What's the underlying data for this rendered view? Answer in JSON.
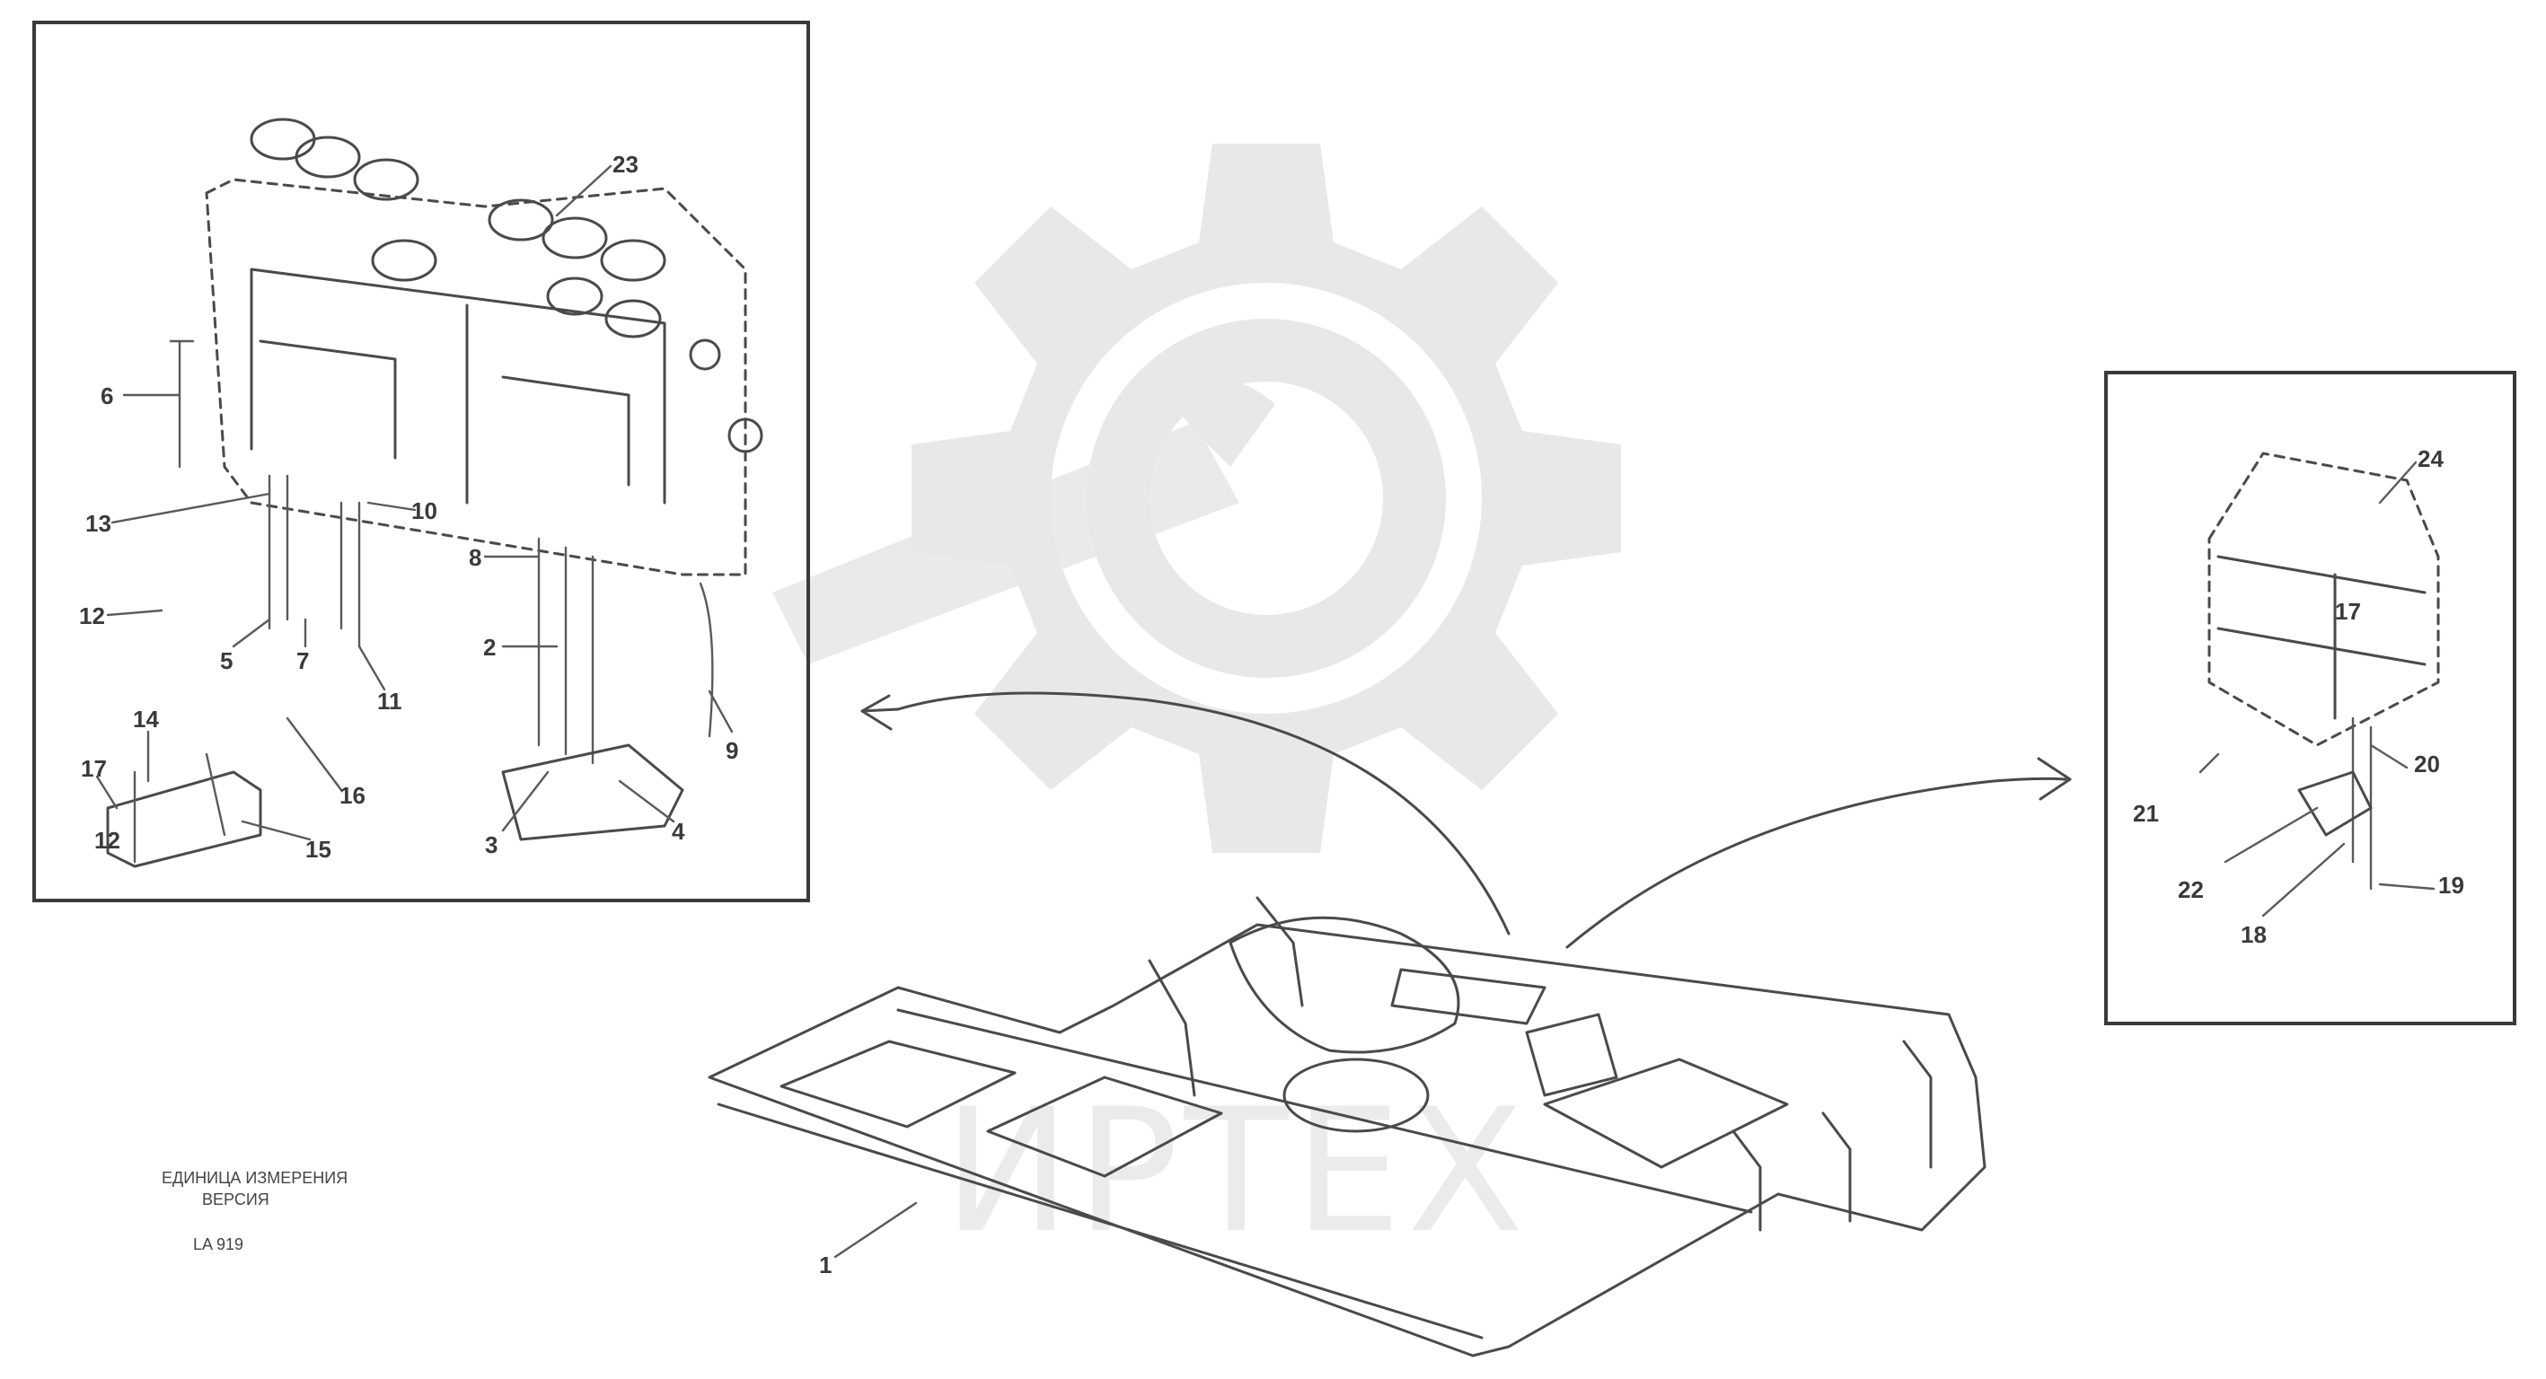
{
  "watermark": {
    "text": "ИРТЕХ",
    "gear": "gear-wrench-logo"
  },
  "left_panel": {
    "callouts": [
      "23",
      "6",
      "13",
      "10",
      "12",
      "8",
      "2",
      "3",
      "4",
      "9",
      "11",
      "5",
      "7",
      "14",
      "17",
      "15",
      "16",
      "12"
    ]
  },
  "right_panel": {
    "callouts": [
      "24",
      "17",
      "21",
      "20",
      "22",
      "19",
      "18"
    ]
  },
  "main_view": {
    "callouts": [
      "1"
    ]
  },
  "reference": {
    "line1": "ЕДИНИЦА ИЗМЕРЕНИЯ",
    "line2": "ВЕРСИЯ",
    "line3": "LA 919"
  }
}
